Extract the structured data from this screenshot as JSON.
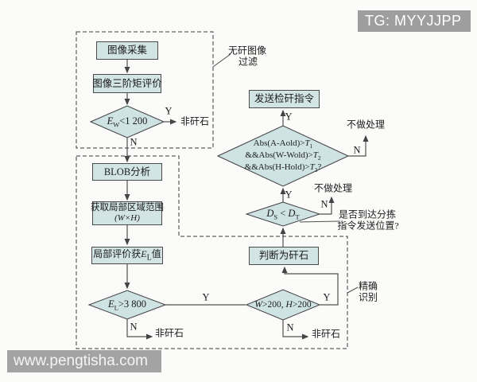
{
  "banner": {
    "label": "TG: MYYJJPP"
  },
  "watermark": {
    "label": "www.pengtisha.com"
  },
  "colors": {
    "node_fill": "#d2e4e4",
    "node_border": "#4a4a4a",
    "line": "#4f4f4f",
    "banner_bg": "#9e9e9e",
    "watermark_bg": "#a3a3a3"
  },
  "annotations": {
    "filter_line1": "无矸图像",
    "filter_line2": "过滤",
    "precise_line1": "精确",
    "precise_line2": "识别",
    "position_line1": "是否到达分拣",
    "position_line2": "指令发送位置?",
    "no_action": "不做处理",
    "not_gangue": "非矸石",
    "yes": "Y",
    "no": "N"
  },
  "nodes": {
    "capture": {
      "label": "图像采集"
    },
    "moment": {
      "label": "图像三阶矩评价"
    },
    "ew": {
      "base": "E",
      "sub": "W",
      "rest": "<1 200"
    },
    "blob": {
      "label": "BLOB分析"
    },
    "region": {
      "line1": "获取局部区域范围",
      "line2": "(W×H)"
    },
    "local": {
      "pre": "局部评价获",
      "base": "E",
      "sub": "L",
      "post": "值"
    },
    "el": {
      "base": "E",
      "sub": "L",
      "rest": ">3 800"
    },
    "wh": {
      "w": "W",
      "r1": ">200, ",
      "h": "H",
      "r2": ">200"
    },
    "judge": {
      "label": "判断为矸石"
    },
    "ds": {
      "b1": "D",
      "s1": "S",
      "mid": " < ",
      "b2": "D",
      "s2": "T"
    },
    "abs": {
      "l1pre": "Abs(A-Aold)>",
      "l1t": "T",
      "l1sub": "1",
      "l2pre": "&&Abs(W-Wold)>",
      "l2t": "T",
      "l2sub": "2",
      "l3pre": "&&Abs(H-Hold)>",
      "l3t": "T",
      "l3sub": "3",
      "l3post": "?"
    },
    "send": {
      "label": "发送检矸指令"
    }
  }
}
